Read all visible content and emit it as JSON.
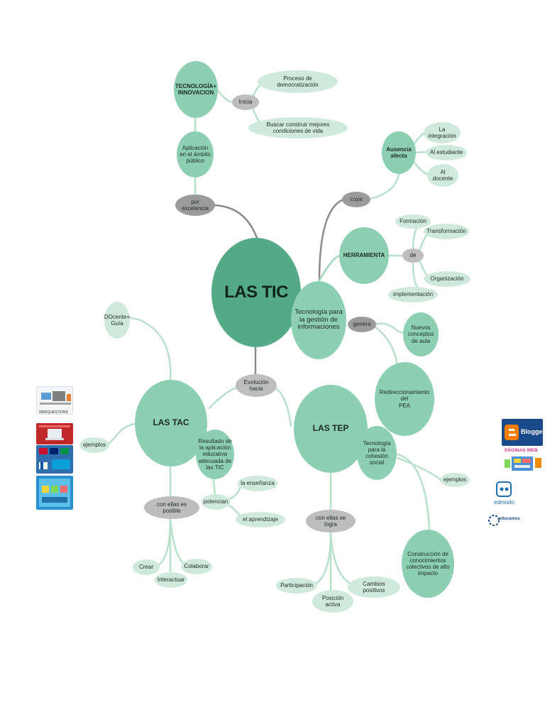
{
  "center": "LAS TIC",
  "nodes": {
    "tec_innov": "TECNOLOGÍA+\nINNOVACION",
    "inicia": "Inicia",
    "proceso": "Proceso de\ndemocratización",
    "buscar": "Buscar construir mejores\ncondiciones de vida",
    "aplicacion": "Aplicación\nen el ámbito\npúblico",
    "por_excelencia": "por\nexcelencia",
    "ausencia": "Ausencia\nafecta",
    "integracion": "La\nintegración",
    "estudiante": "Al estudiante",
    "docente": "Al\ndocente",
    "cuya": "cuya",
    "formacion": "Formación",
    "transformacion": "Transformación",
    "herramienta": "HERRAMIENTA",
    "de": "de",
    "organizacion": "Organización",
    "implementacion": "implementación",
    "tec_gestion": "Tecnología para\nla gestión de\ninformaciones",
    "genera": "genera",
    "nuevos": "Nuevos\nconceptos\nde aula",
    "redireccion": "Redireccionamiento\ndel\nPEA",
    "docente_guia": "DOcente+\nGuía",
    "evolucion": "Evolución\nhacia",
    "las_tac": "LAS TAC",
    "las_tep": "LAS TEP",
    "ejemplos_tac": "ejemplos",
    "resultado": "Resultado de\nla aplicación\neducativa\nadecuada de\nlas TIC",
    "potencian": "potencian",
    "ensenanza": "la enseñanza",
    "aprendizaje": "el aprendizaje",
    "posible": "con ellas es\nposible",
    "crear": "Crear",
    "colaborar": "Colaborar",
    "interactuar": "Interactuar",
    "tec_cohesion": "Tecnología\npara la\ncohesión\nsocial",
    "ejemplos_tep": "ejemplos",
    "logra": "con ellas se\nlogra",
    "construccion": "Construcción de\nconocimientos\ncolectivos de alto\nimpacto",
    "participacion": "Participación",
    "posicion": "Posición\nactiva",
    "cambios": "Cambios\npositivos"
  },
  "examples_left": {
    "caption_1": "WEBQUESTIONS"
  },
  "examples_right": {
    "blogger": "Blogger",
    "paginas_web": "PÁGINAS WEB",
    "edmodo": "edmodo",
    "educamos": "educamos"
  },
  "colors": {
    "main": "#54aa86",
    "mid": "#8ccfb2",
    "leaf": "#cfeadc",
    "connector_light": "#b8e0cc",
    "connector_dark": "#8a8a8a",
    "grey": "#bdbdbd",
    "dark_grey": "#9b9b9b"
  }
}
